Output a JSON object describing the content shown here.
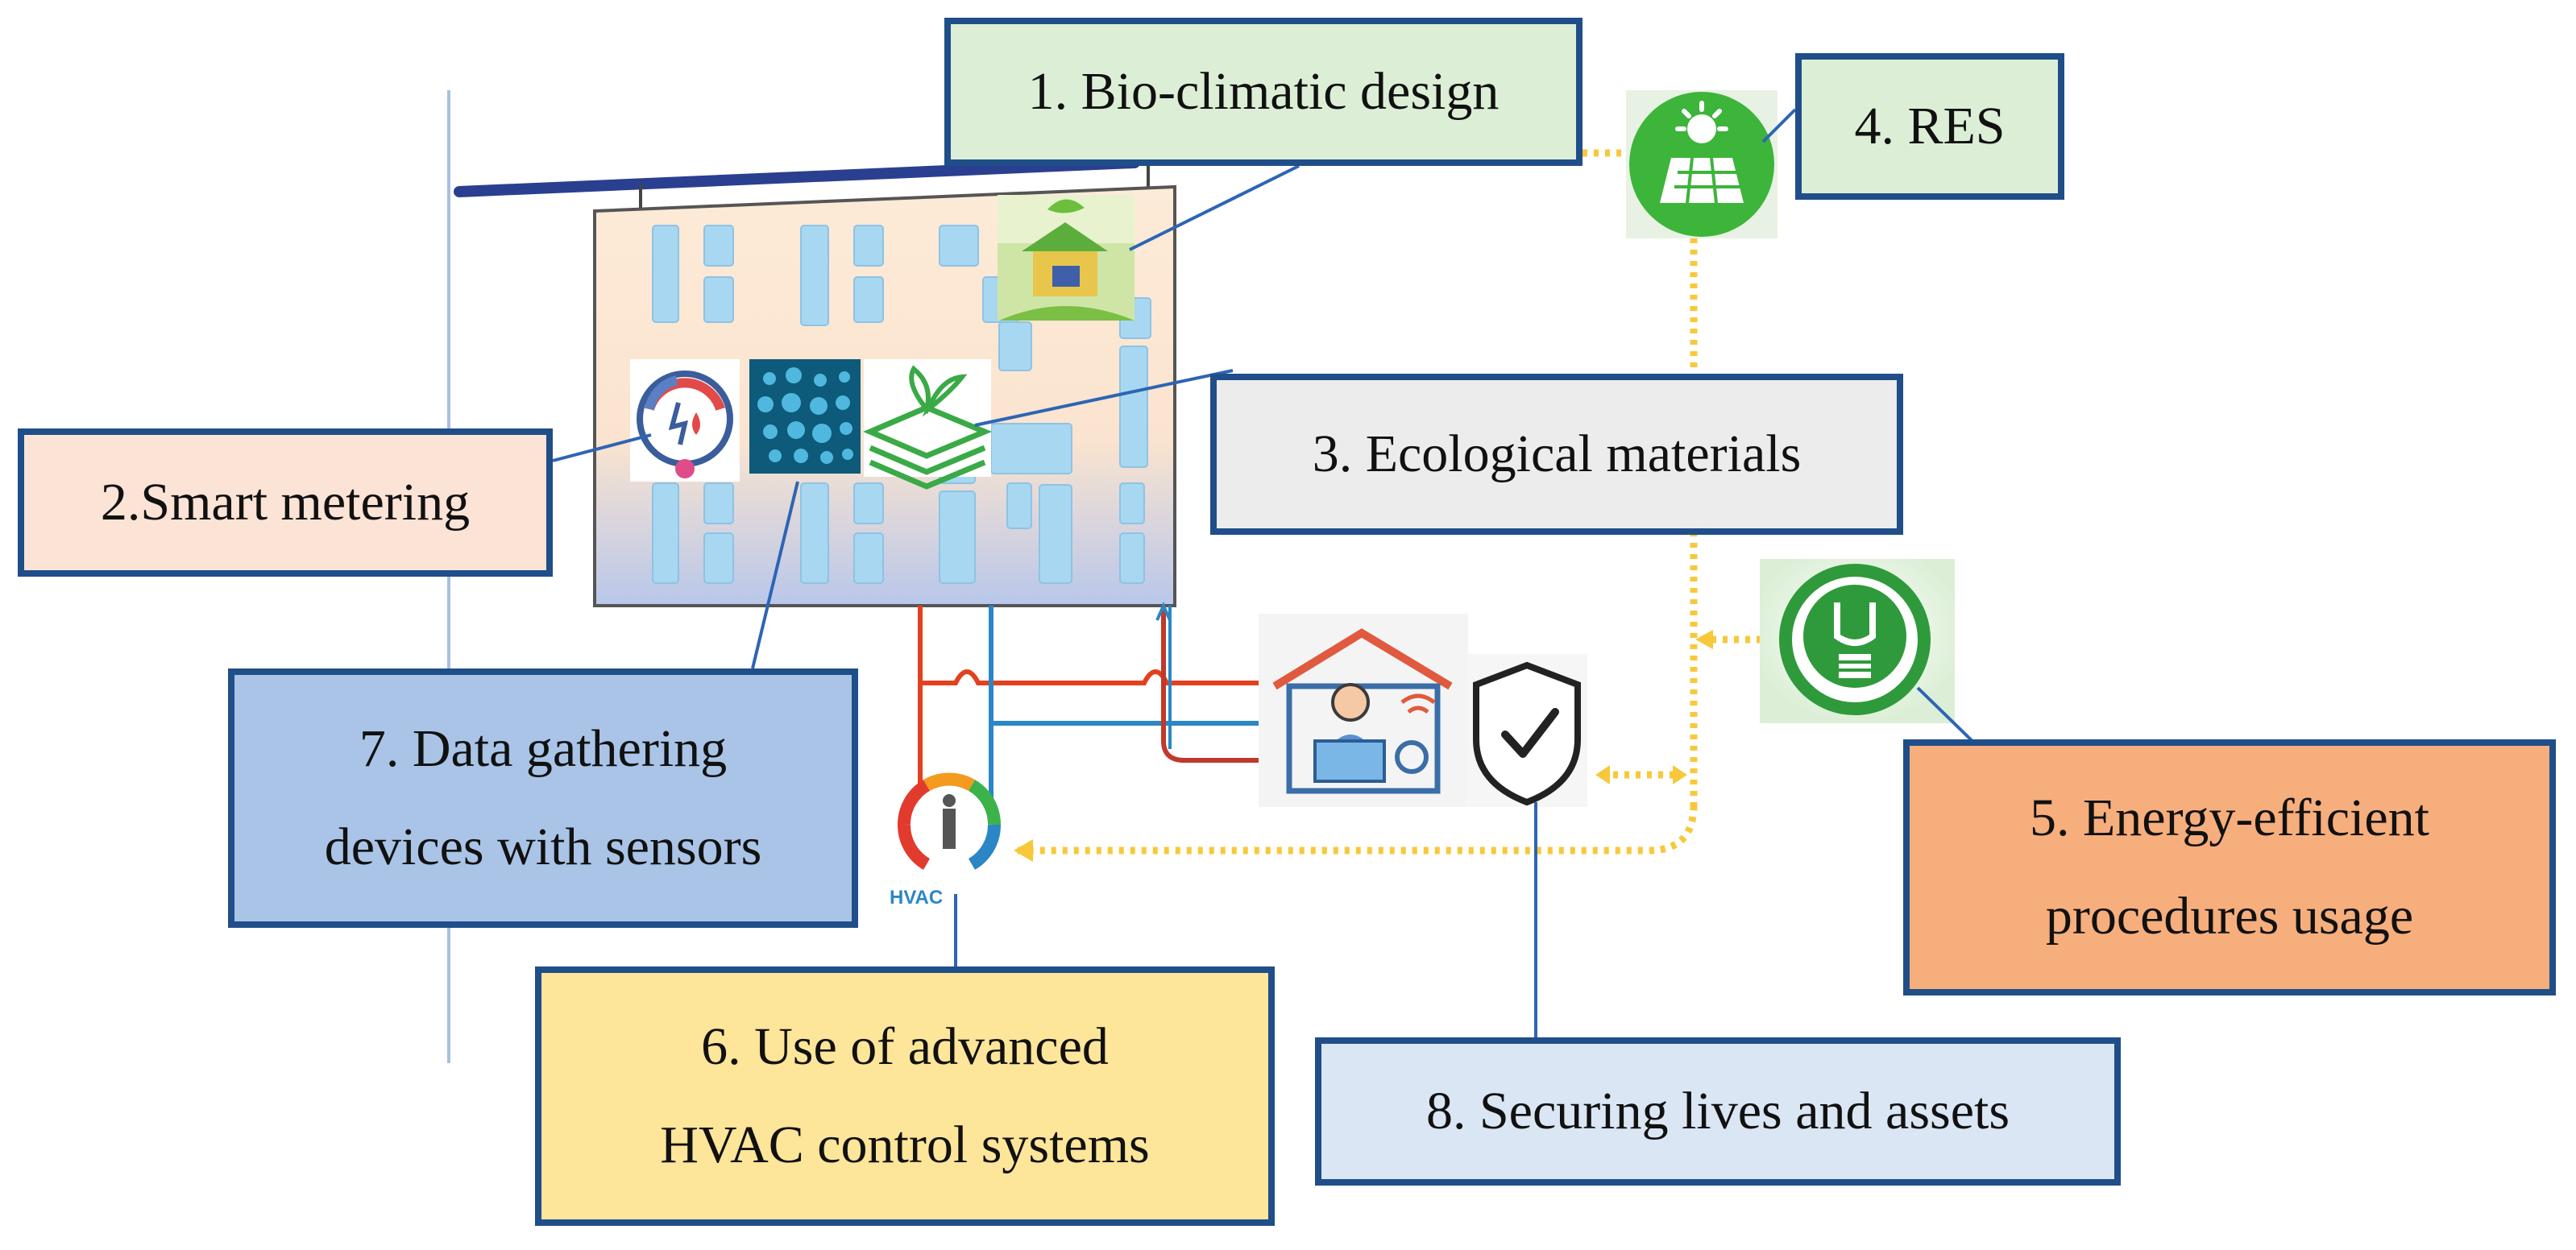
{
  "boxes": {
    "b1": {
      "lines": [
        "1. Bio-climatic design"
      ]
    },
    "b2": {
      "lines": [
        "2.Smart metering"
      ]
    },
    "b3": {
      "lines": [
        "3. Ecological materials"
      ]
    },
    "b4": {
      "lines": [
        "4. RES"
      ]
    },
    "b5": {
      "lines": [
        "5. Energy-efficient",
        "procedures usage"
      ]
    },
    "b6": {
      "lines": [
        "6. Use of advanced",
        "HVAC control systems"
      ]
    },
    "b7": {
      "lines": [
        "7. Data gathering",
        "devices with sensors"
      ]
    },
    "b8": {
      "lines": [
        "8. Securing lives and assets"
      ]
    }
  },
  "logo_text": "HVAC",
  "colors": {
    "box_border": "#1f4e89",
    "green_box": "#dcefd6",
    "grey_box": "#ececec",
    "peach_box": "#fbe3d6",
    "blue_box": "#a9c4e6",
    "orange_box": "#f6ae7d",
    "yellow_box": "#fde59a",
    "light_blue_box": "#dae6f4",
    "energy_flow": "#f8c83c",
    "hot_pipe": "#e2411f",
    "cold_pipe": "#2b86c5",
    "icon_green": "#35a83a"
  }
}
